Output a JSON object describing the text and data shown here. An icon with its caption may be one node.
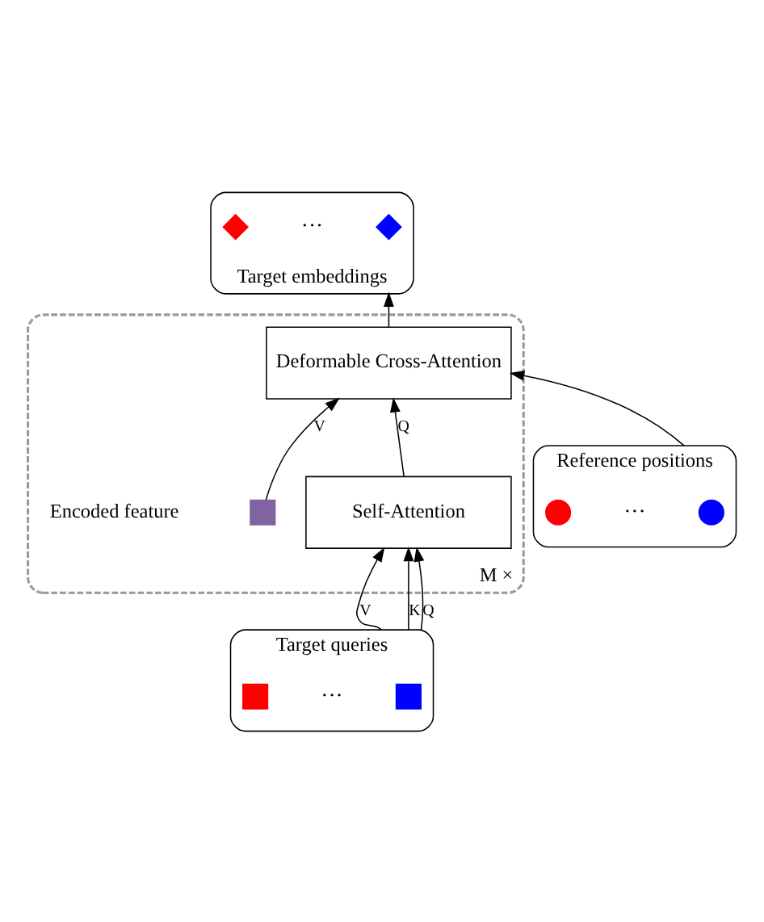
{
  "diagram": {
    "nodes": [
      {
        "text": [
          "M ×"
        ]
      },
      {
        "text": [
          "Deformable Cross-Attention"
        ],
        "in": 0
      },
      {
        "text": [
          "Self-Attention"
        ],
        "in": 0
      },
      {
        "text": [],
        "shape": "box",
        "in": 0,
        "beside": [
          "Encoded feature"
        ]
      },
      {
        "text": [
          "Target embeddings"
        ]
      },
      {
        "text": [],
        "shape": "diamond",
        "in": 4
      },
      {
        "text": [],
        "shape": "diamond",
        "in": 4
      },
      {
        "text": [
          "Target queries"
        ]
      },
      {
        "text": [],
        "shape": "box",
        "in": 7
      },
      {
        "text": [],
        "shape": "box",
        "in": 7
      },
      {
        "text": [
          "Reference positions"
        ]
      },
      {
        "text": [],
        "shape": "circle",
        "in": 10
      },
      {
        "text": [],
        "shape": "circle",
        "in": 10
      }
    ],
    "edges": [
      {
        "from": 7,
        "to": 2,
        "arrow": "to",
        "label": "V"
      },
      {
        "from": 7,
        "to": 2,
        "arrow": "to",
        "label": "K"
      },
      {
        "from": 7,
        "to": 2,
        "arrow": "to",
        "label": "Q"
      },
      {
        "from": 2,
        "to": 1,
        "arrow": "to",
        "label": "Q"
      },
      {
        "from": 3,
        "to": 1,
        "arrow": "to",
        "label": "V"
      },
      {
        "from": 10,
        "to": 1,
        "arrow": "to"
      },
      {
        "from": 1,
        "to": 4,
        "arrow": "to"
      }
    ],
    "labels": [
      "···",
      "···",
      "···"
    ]
  }
}
